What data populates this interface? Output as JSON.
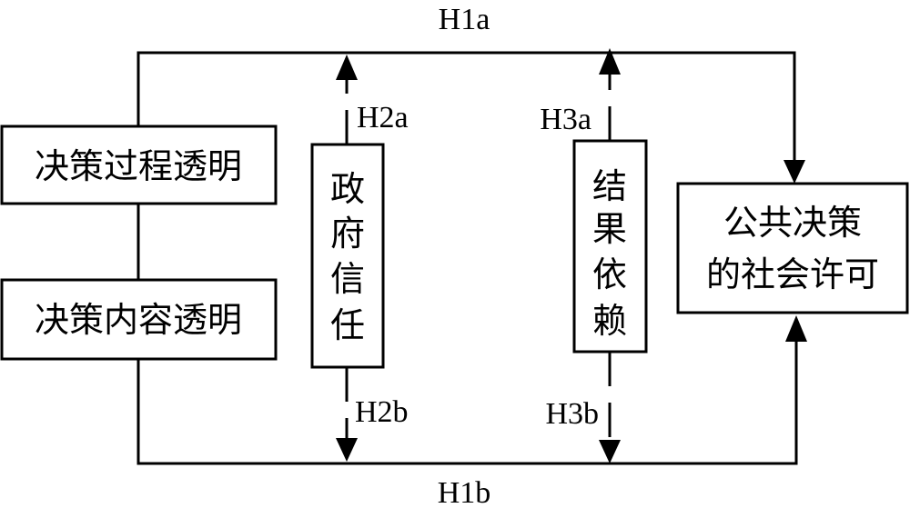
{
  "diagram": {
    "nodes": {
      "process_transparency": "决策过程透明",
      "content_transparency": "决策内容透明",
      "gov_trust": [
        "政",
        "府",
        "信",
        "任"
      ],
      "outcome_dependence": [
        "结",
        "果",
        "依",
        "赖"
      ],
      "social_license": [
        "公共决策",
        "的社会许可"
      ]
    },
    "labels": {
      "h1a": "H1a",
      "h1b": "H1b",
      "h2a": "H2a",
      "h2b": "H2b",
      "h3a": "H3a",
      "h3b": "H3b"
    },
    "edges": [
      {
        "from": "process_transparency",
        "to": "social_license",
        "label": "H1a",
        "style": "solid"
      },
      {
        "from": "content_transparency",
        "to": "social_license",
        "label": "H1b",
        "style": "solid"
      },
      {
        "from": "gov_trust",
        "to": "H1a path",
        "label": "H2a",
        "style": "dashed"
      },
      {
        "from": "gov_trust",
        "to": "H1b path",
        "label": "H2b",
        "style": "dashed"
      },
      {
        "from": "outcome_dependence",
        "to": "H1a path",
        "label": "H3a",
        "style": "dashed"
      },
      {
        "from": "outcome_dependence",
        "to": "H1b path",
        "label": "H3b",
        "style": "dashed"
      }
    ]
  }
}
